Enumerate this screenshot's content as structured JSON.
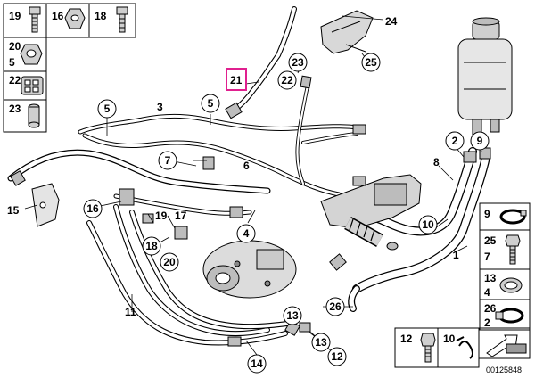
{
  "callouts": {
    "c5a": "5",
    "c5b": "5",
    "c7": "7",
    "c16": "16",
    "c18": "18",
    "c20": "20",
    "c4": "4",
    "c23": "23",
    "c22": "22",
    "c25": "25",
    "c2": "2",
    "c9": "9",
    "c10": "10",
    "c26": "26",
    "c13a": "13",
    "c13b": "13",
    "c12": "12",
    "c14": "14"
  },
  "plain_labels": {
    "p3": "3",
    "p6": "6",
    "p8": "8",
    "p1": "1",
    "p11": "11",
    "p15": "15",
    "p17": "17",
    "p19": "19",
    "p24": "24"
  },
  "highlight": {
    "label": "21",
    "color": "#e0208f"
  },
  "legend_left": {
    "l1": "19",
    "l2": "16",
    "l3": "18",
    "l4": "20",
    "l5": "5",
    "l6": "22",
    "l7": "23"
  },
  "legend_right": {
    "r1": "9",
    "r2": "25",
    "r3": "7",
    "r4": "13",
    "r5": "4",
    "r6": "26",
    "r7": "2"
  },
  "legend_bottom": {
    "b1": "12",
    "b2": "10"
  },
  "catalog_number": "00125848"
}
